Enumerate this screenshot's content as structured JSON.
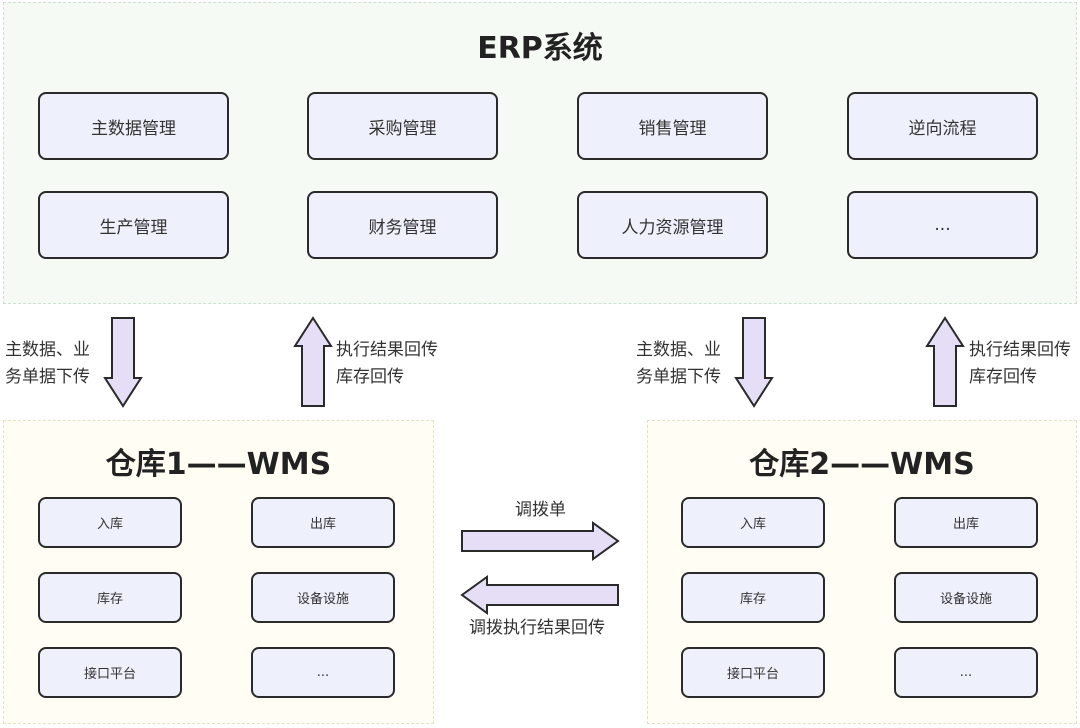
{
  "erp": {
    "title": "ERP系统",
    "modules": [
      "主数据管理",
      "采购管理",
      "销售管理",
      "逆向流程",
      "生产管理",
      "财务管理",
      "人力资源管理",
      "..."
    ]
  },
  "flows": {
    "down_label_line1": "主数据、业",
    "down_label_line2": "务单据下传",
    "up_label_line1": "执行结果回传",
    "up_label_line2": "库存回传"
  },
  "warehouses": [
    {
      "title": "仓库1——WMS",
      "modules": [
        "入库",
        "出库",
        "库存",
        "设备设施",
        "接口平台",
        "..."
      ]
    },
    {
      "title": "仓库2——WMS",
      "modules": [
        "入库",
        "出库",
        "库存",
        "设备设施",
        "接口平台",
        "..."
      ]
    }
  ],
  "transfer": {
    "order_label": "调拨单",
    "result_label": "调拨执行结果回传"
  },
  "colors": {
    "erp_background": "#f5fbf4",
    "wms_background": "#fffdf4",
    "module_fill": "#eef0fb",
    "arrow_fill": "#e6ddf7",
    "border": "#2a2a2a"
  }
}
